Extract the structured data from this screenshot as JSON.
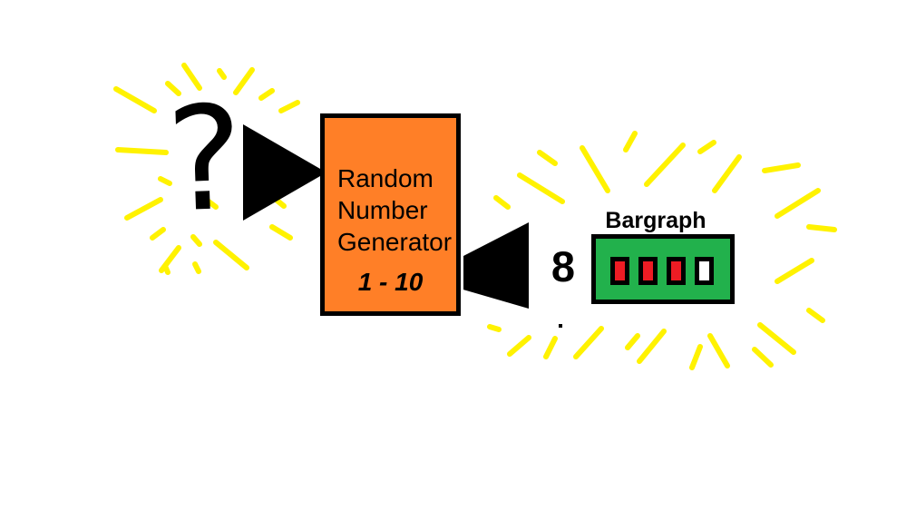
{
  "colors": {
    "canvas": "#FFFFFF",
    "ink": "#000000",
    "ray": "#FFF200",
    "generator": "#FF7F27",
    "bargraph": "#22B14C",
    "cell_on": "#ED1C24",
    "cell_off": "#FFFFFF"
  },
  "input": {
    "symbol": "?"
  },
  "generator": {
    "lines": [
      "Random",
      "Number",
      "Generator"
    ],
    "range": "1 - 10"
  },
  "output": {
    "value": "8"
  },
  "bargraph": {
    "title": "Bargraph",
    "cells": [
      "on",
      "on",
      "on",
      "off"
    ]
  },
  "decorations": {
    "left_rays": [
      [
        128,
        98,
        170,
        122
      ],
      [
        185,
        92,
        197,
        103
      ],
      [
        203,
        72,
        220,
        97
      ],
      [
        242,
        78,
        247,
        85
      ],
      [
        260,
        102,
        278,
        77
      ],
      [
        288,
        108,
        300,
        100
      ],
      [
        310,
        122,
        328,
        113
      ],
      [
        130,
        165,
        183,
        168
      ],
      [
        177,
        197,
        187,
        202
      ],
      [
        140,
        240,
        177,
        220
      ],
      [
        168,
        262,
        180,
        253
      ],
      [
        178,
        298,
        197,
        273
      ],
      [
        213,
        261,
        220,
        269
      ],
      [
        215,
        291,
        219,
        299
      ],
      [
        230,
        222,
        238,
        228
      ],
      [
        238,
        267,
        272,
        295
      ],
      [
        300,
        250,
        320,
        262
      ],
      [
        302,
        218,
        313,
        227
      ],
      [
        182,
        293,
        185,
        300
      ]
    ],
    "right_rays": [
      [
        547,
        218,
        560,
        228
      ],
      [
        573,
        193,
        620,
        222
      ],
      [
        595,
        168,
        612,
        180
      ],
      [
        642,
        163,
        670,
        210
      ],
      [
        690,
        165,
        700,
        147
      ],
      [
        713,
        203,
        753,
        160
      ],
      [
        772,
        167,
        787,
        157
      ],
      [
        788,
        210,
        815,
        173
      ],
      [
        843,
        188,
        880,
        182
      ],
      [
        857,
        238,
        902,
        210
      ],
      [
        892,
        250,
        920,
        253
      ],
      [
        857,
        310,
        895,
        287
      ],
      [
        892,
        342,
        907,
        353
      ],
      [
        838,
        358,
        875,
        388
      ],
      [
        832,
        385,
        850,
        402
      ],
      [
        783,
        370,
        802,
        403
      ],
      [
        763,
        405,
        772,
        382
      ],
      [
        705,
        398,
        732,
        365
      ],
      [
        692,
        383,
        703,
        370
      ],
      [
        635,
        393,
        663,
        362
      ],
      [
        602,
        393,
        612,
        373
      ],
      [
        562,
        390,
        583,
        372
      ],
      [
        540,
        360,
        550,
        363
      ]
    ]
  }
}
